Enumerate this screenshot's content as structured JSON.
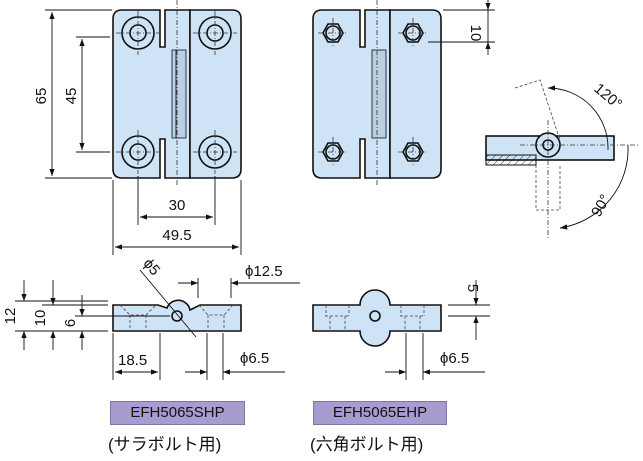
{
  "dimensions": {
    "height_overall": "65",
    "hole_pitch_vertical": "45",
    "hole_pitch_horizontal": "30",
    "width_overall": "49.5",
    "hex_offset": "10",
    "angle_open": "120°",
    "angle_close": "90°",
    "thickness_overall": "12",
    "plate_thickness": "10",
    "pin_center": "6",
    "pin_dia": "ϕ5",
    "knuckle_dia": "ϕ12.5",
    "hinge_offset": "18.5",
    "hole_dia_shp": "ϕ6.5",
    "hole_dia_ehp": "ϕ6.5",
    "hex_depth": "5"
  },
  "models": [
    {
      "code": "EFH5065SHP",
      "note": "(サラボルト用)"
    },
    {
      "code": "EFH5065EHP",
      "note": "(六角ボルト用)"
    }
  ],
  "colors": {
    "part_fill": "#cfe3f6",
    "tag_fill": "#a89ccf"
  }
}
